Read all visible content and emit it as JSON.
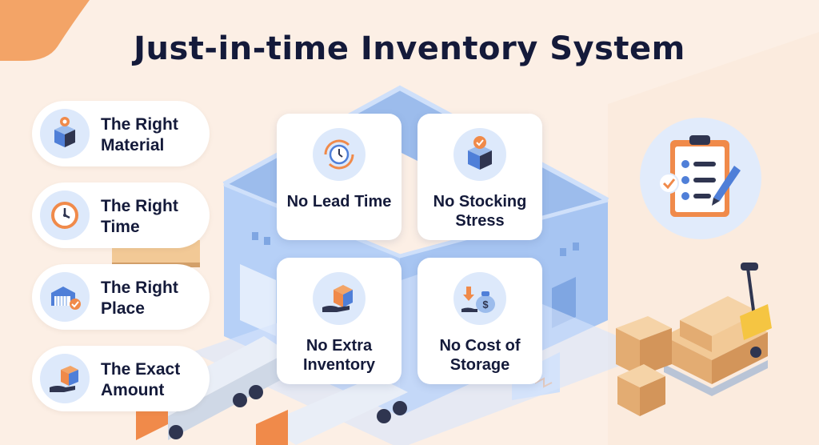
{
  "title": "Just-in-time Inventory System",
  "colors": {
    "background": "#fcefe5",
    "accent_orange": "#f3a467",
    "icon_circle": "#dde9fb",
    "building_blue": "#b6d0f7",
    "title_text": "#141a3a"
  },
  "principles": [
    {
      "label": "The Right Material",
      "icon": "box-gear-icon"
    },
    {
      "label": "The Right Time",
      "icon": "clock-icon"
    },
    {
      "label": "The Right Place",
      "icon": "warehouse-check-icon"
    },
    {
      "label": "The Exact Amount",
      "icon": "hand-boxes-icon"
    }
  ],
  "benefits": [
    {
      "label": "No Lead Time",
      "icon": "clock-refresh-icon"
    },
    {
      "label": "No Stocking Stress",
      "icon": "box-check-icon"
    },
    {
      "label": "No Extra Inventory",
      "icon": "hand-box-icon"
    },
    {
      "label": "No Cost of Storage",
      "icon": "money-bag-icon"
    }
  ],
  "decorations": {
    "clipboard_icon": "clipboard-checklist-icon",
    "building": "warehouse-illustration",
    "trucks": "truck-illustration",
    "pallet": "pallet-jack-illustration"
  }
}
